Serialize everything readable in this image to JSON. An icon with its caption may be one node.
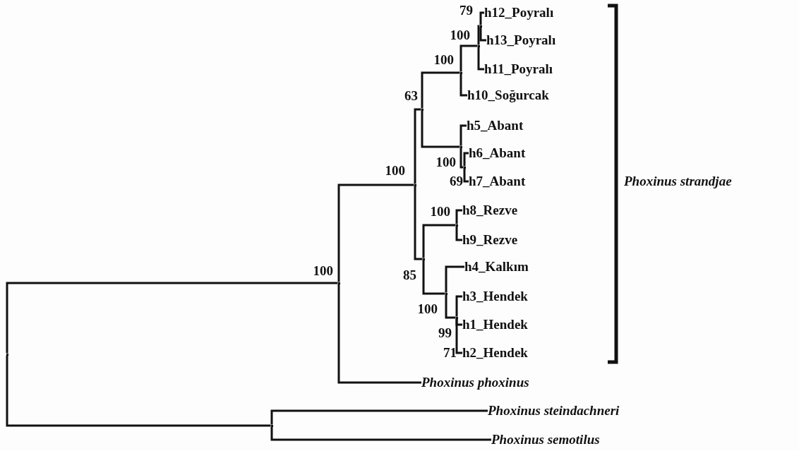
{
  "diagram": {
    "nodes": [
      {
        "text": [],
        "shape": "point"
      },
      {
        "text": [],
        "shape": "point",
        "beside": [
          "100"
        ]
      },
      {
        "text": [],
        "shape": "point"
      },
      {
        "text": [],
        "shape": "point",
        "beside": [
          "100"
        ]
      },
      {
        "text": [],
        "shape": "point",
        "beside": [
          "63"
        ]
      },
      {
        "text": [],
        "shape": "point",
        "beside": [
          "100"
        ]
      },
      {
        "text": [],
        "shape": "point",
        "beside": [
          "100"
        ]
      },
      {
        "text": [],
        "shape": "point",
        "beside": [
          "79"
        ]
      },
      {
        "text": [
          "h12_Poyralı"
        ]
      },
      {
        "text": [
          "h13_Poyralı"
        ]
      },
      {
        "text": [
          "h11_Poyralı"
        ]
      },
      {
        "text": [
          "h10_Soğurcak"
        ]
      },
      {
        "text": [],
        "shape": "point"
      },
      {
        "text": [
          "h5_Abant"
        ]
      },
      {
        "text": [],
        "shape": "point",
        "beside": [
          "100"
        ]
      },
      {
        "text": [
          "h6_Abant"
        ]
      },
      {
        "text": [
          "h7_Abant"
        ],
        "beside": [
          "69"
        ]
      },
      {
        "text": [],
        "shape": "point",
        "beside": [
          "85"
        ]
      },
      {
        "text": [],
        "shape": "point",
        "beside": [
          "100"
        ]
      },
      {
        "text": [
          "h8_Rezve"
        ]
      },
      {
        "text": [
          "h9_Rezve"
        ]
      },
      {
        "text": [],
        "shape": "point",
        "beside": [
          "100"
        ]
      },
      {
        "text": [
          "h4_Kalkım"
        ]
      },
      {
        "text": [],
        "shape": "point",
        "beside": [
          "99"
        ]
      },
      {
        "text": [
          "h3_Hendek"
        ]
      },
      {
        "text": [
          "h1_Hendek"
        ]
      },
      {
        "text": [
          "h2_Hendek"
        ],
        "beside": [
          "71"
        ]
      },
      {
        "text": [
          "Phoxinus phoxinus"
        ]
      },
      {
        "text": [
          "Phoxinus steindachneri"
        ]
      },
      {
        "text": [
          "Phoxinus semotilus"
        ]
      }
    ],
    "edges": [
      {
        "from": 0,
        "to": 1,
        "arrow": "none"
      },
      {
        "from": 0,
        "to": 2,
        "arrow": "none"
      },
      {
        "from": 1,
        "to": 3,
        "arrow": "none"
      },
      {
        "from": 1,
        "to": 27,
        "arrow": "none"
      },
      {
        "from": 3,
        "to": 4,
        "arrow": "none"
      },
      {
        "from": 3,
        "to": 17,
        "arrow": "none"
      },
      {
        "from": 4,
        "to": 5,
        "arrow": "none"
      },
      {
        "from": 4,
        "to": 12,
        "arrow": "none"
      },
      {
        "from": 5,
        "to": 6,
        "arrow": "none"
      },
      {
        "from": 5,
        "to": 11,
        "arrow": "none"
      },
      {
        "from": 6,
        "to": 7,
        "arrow": "none"
      },
      {
        "from": 6,
        "to": 10,
        "arrow": "none"
      },
      {
        "from": 7,
        "to": 8,
        "arrow": "none"
      },
      {
        "from": 7,
        "to": 9,
        "arrow": "none"
      },
      {
        "from": 12,
        "to": 13,
        "arrow": "none"
      },
      {
        "from": 12,
        "to": 14,
        "arrow": "none"
      },
      {
        "from": 14,
        "to": 15,
        "arrow": "none"
      },
      {
        "from": 14,
        "to": 16,
        "arrow": "none"
      },
      {
        "from": 17,
        "to": 18,
        "arrow": "none"
      },
      {
        "from": 17,
        "to": 21,
        "arrow": "none"
      },
      {
        "from": 18,
        "to": 19,
        "arrow": "none"
      },
      {
        "from": 18,
        "to": 20,
        "arrow": "none"
      },
      {
        "from": 21,
        "to": 22,
        "arrow": "none"
      },
      {
        "from": 21,
        "to": 23,
        "arrow": "none"
      },
      {
        "from": 23,
        "to": 24,
        "arrow": "none"
      },
      {
        "from": 23,
        "to": 25,
        "arrow": "none"
      },
      {
        "from": 23,
        "to": 26,
        "arrow": "none"
      },
      {
        "from": 2,
        "to": 28,
        "arrow": "none"
      },
      {
        "from": 2,
        "to": 29,
        "arrow": "none"
      }
    ],
    "labels": [
      "Phoxinus strandjae"
    ]
  }
}
